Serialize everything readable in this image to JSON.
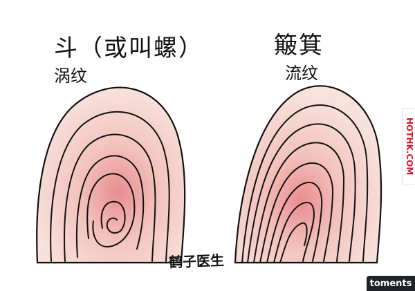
{
  "left": {
    "title": "斗（或叫螺）",
    "subtitle": "涡纹"
  },
  "right": {
    "title": "簸箕",
    "subtitle": "流纹"
  },
  "signature": "鹤子医生",
  "side_watermark": "HOTHK.COM",
  "corner_badge": "toments",
  "colors": {
    "skin_edge": "#f8e2dc",
    "skin_mid": "#f3c3bd",
    "skin_center": "#e98c8f",
    "ridge_line": "#111111",
    "watermark_red": "#d2182b"
  }
}
